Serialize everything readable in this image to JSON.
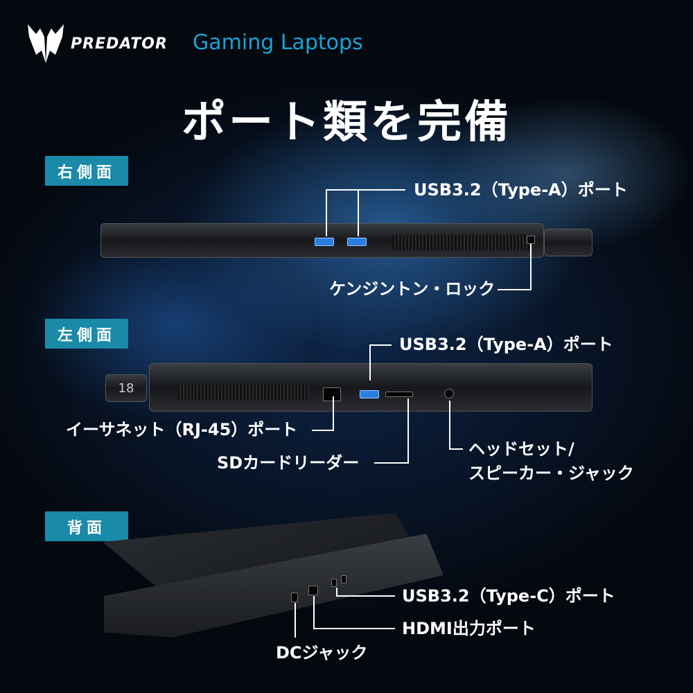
{
  "header": {
    "brand": "PREDATOR",
    "tagline": "Gaming Laptops"
  },
  "title": "ポート類を完備",
  "sections": {
    "right": {
      "badge": "右側面",
      "usb_label": "USB3.2（Type-A）ポート",
      "kensington_label": "ケンジントン・ロック"
    },
    "left": {
      "badge": "左側面",
      "usb_label": "USB3.2（Type-A）ポート",
      "ethernet_label": "イーサネット（RJ-45）ポート",
      "sd_label": "SDカードリーダー",
      "audio_label_1": "ヘッドセット/",
      "audio_label_2": "スピーカー・ジャック",
      "model_mark": "18"
    },
    "back": {
      "badge": "背面",
      "usbc_label": "USB3.2（Type-C）ポート",
      "hdmi_label": "HDMI出力ポート",
      "dc_label": "DCジャック"
    }
  },
  "colors": {
    "accent": "#1ba3d4",
    "badge": "#1a8aa8"
  }
}
